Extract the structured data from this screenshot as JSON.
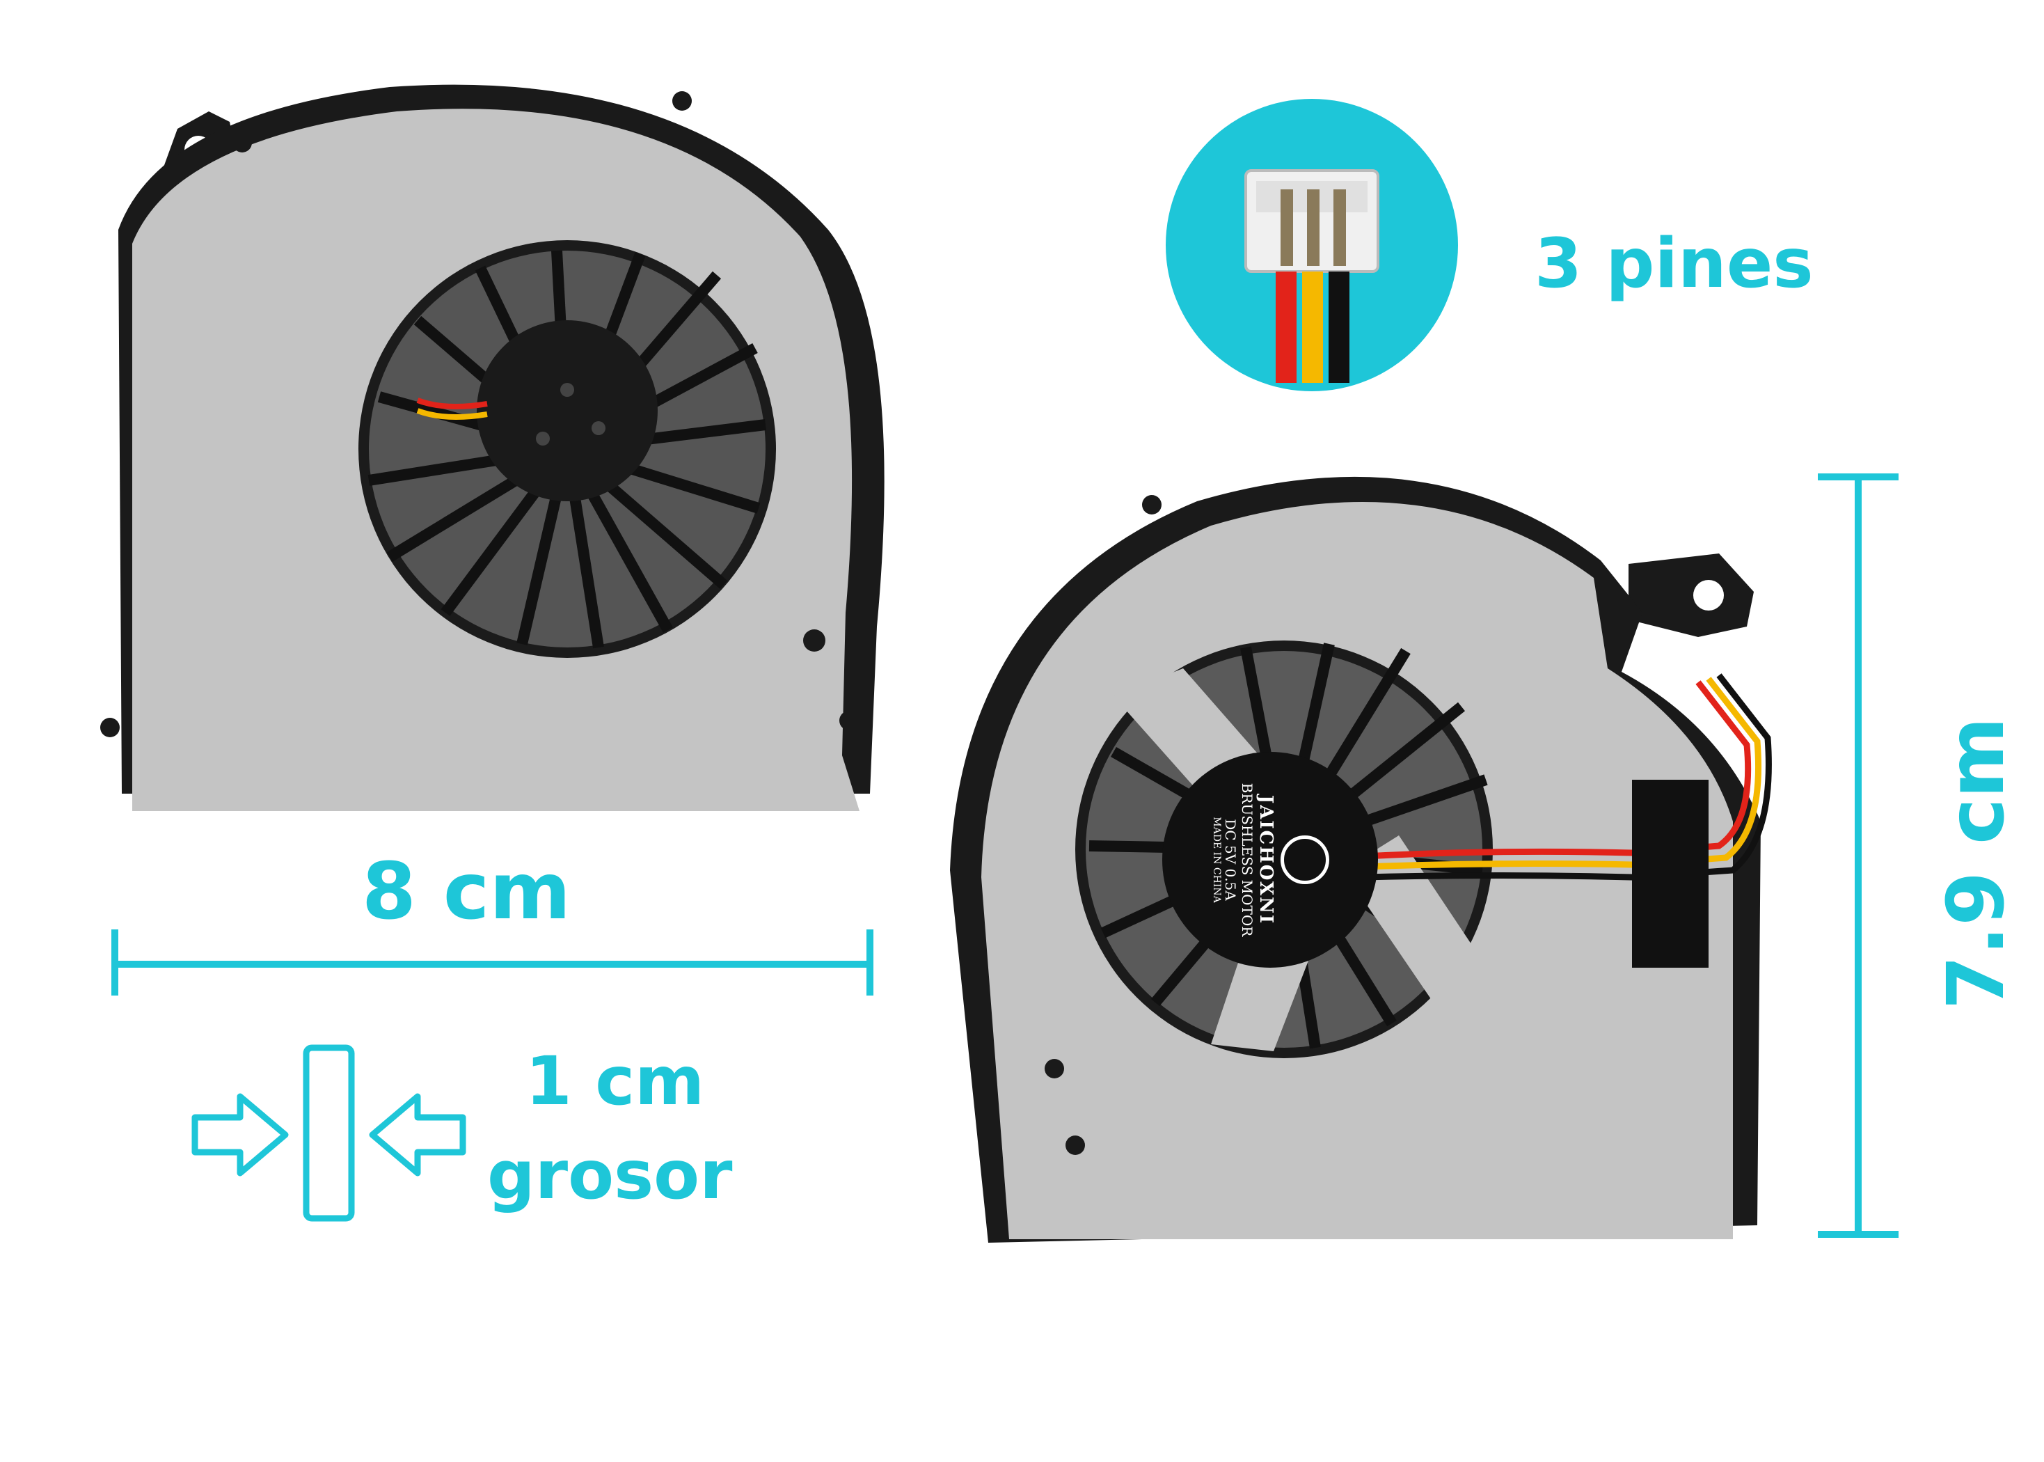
{
  "colors": {
    "accent": "#1ec6d8",
    "fan_body": "#c4c4c4",
    "fan_edge": "#1a1a1a",
    "wire_red": "#e2231a",
    "wire_yellow": "#f5b800",
    "wire_black": "#111111"
  },
  "labels": {
    "width": "8 cm",
    "height": "7.9 cm",
    "thickness_value": "1 cm",
    "thickness_word": "grosor",
    "pins": "3 pines"
  },
  "motor_label": {
    "brand": "JAICHOXNI",
    "type": "BRUSHLESS MOTOR",
    "rating": "DC 5V 0.5A",
    "origin": "MADE IN CHINA"
  },
  "icons": {
    "connector": "connector-icon",
    "thickness": "thickness-arrows-icon"
  }
}
